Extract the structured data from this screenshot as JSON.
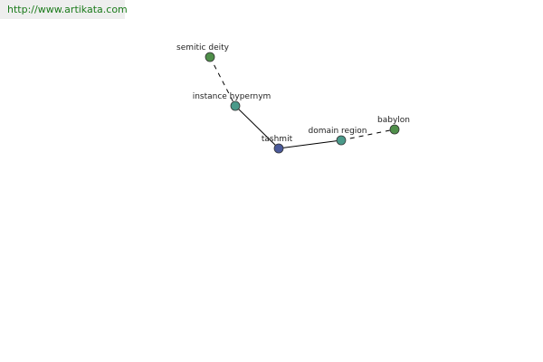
{
  "source_link": "http://www.artikata.com",
  "colors": {
    "background": "#ffffff",
    "link_bar": "#eeeeee",
    "link_text": "#1a7a1a",
    "edge": "#000000",
    "node_outline": "#333333",
    "central_node": "#4b5a9a",
    "relation_node": "#4a9a8a",
    "term_node": "#4f8f4a"
  },
  "nodes": [
    {
      "id": "semitic-deity",
      "label": "semitic deity",
      "kind": "term",
      "color": "#4f8f4a"
    },
    {
      "id": "instance-hypernym",
      "label": "instance hypernym",
      "kind": "relation",
      "color": "#4a9a8a"
    },
    {
      "id": "tashmit",
      "label": "tashmit",
      "kind": "central",
      "color": "#4b5a9a"
    },
    {
      "id": "domain-region",
      "label": "domain region",
      "kind": "relation",
      "color": "#4a9a8a"
    },
    {
      "id": "babylon",
      "label": "babylon",
      "kind": "term",
      "color": "#4f8f4a"
    }
  ],
  "edges": [
    {
      "from": "semitic-deity",
      "to": "instance-hypernym",
      "style": "dashed"
    },
    {
      "from": "instance-hypernym",
      "to": "tashmit",
      "style": "solid"
    },
    {
      "from": "tashmit",
      "to": "domain-region",
      "style": "solid"
    },
    {
      "from": "domain-region",
      "to": "babylon",
      "style": "dashed"
    }
  ]
}
